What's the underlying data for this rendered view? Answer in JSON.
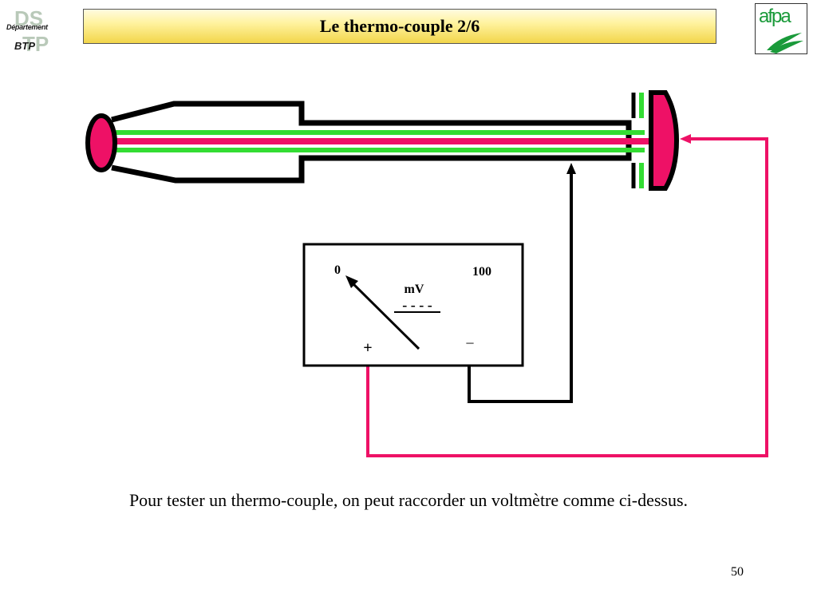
{
  "header": {
    "title": "Le thermo-couple 2/6",
    "logo_left": {
      "line1": "DS",
      "line2": "Département",
      "line3": "BTP"
    },
    "logo_right": {
      "text": "afpa"
    }
  },
  "diagram": {
    "meter": {
      "scale_min": "0",
      "scale_max": "100",
      "unit": "mV",
      "dc_symbol": "- - - -",
      "plus": "+",
      "minus": "_"
    },
    "colors": {
      "conductor_pink": "#ee1166",
      "sheath_green": "#33dd33",
      "outline": "#000000"
    }
  },
  "caption": "Pour tester un thermo-couple, on peut raccorder un voltmètre comme ci-dessus.",
  "page_number": "50"
}
